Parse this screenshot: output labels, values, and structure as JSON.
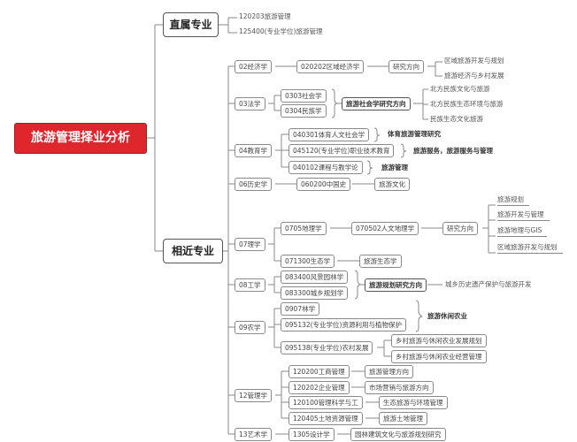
{
  "root": "旅游管理择业分析",
  "direct": {
    "label": "直属专业",
    "items": [
      "120203旅游管理",
      "125400(专业学位)旅游管理"
    ]
  },
  "related": {
    "label": "相近专业",
    "econ": {
      "label": "02经济学",
      "sub": "020202区域经济学",
      "dir": "研究方向",
      "leaves": [
        "区域旅游开发与规划",
        "旅游经济与乡村发展"
      ]
    },
    "law": {
      "label": "03法学",
      "subs": [
        "0303社会学",
        "0304民族学"
      ],
      "dir": "旅游社会学研究方向",
      "leaves": [
        "北方民族文化与旅游",
        "北方民族生态环境与旅游",
        "民族生态文化旅游"
      ]
    },
    "edu": {
      "label": "04教育学",
      "subs": [
        "040301体育人文社会学",
        "045120(专业学位)职业技术教育",
        "040102课程与教学论"
      ],
      "notes": [
        "体育旅游管理研究",
        "旅游服务，旅游服务与管理",
        "旅游管理"
      ]
    },
    "hist": {
      "label": "06历史学",
      "sub": "060200中国史",
      "leaf": "旅游文化"
    },
    "sci": {
      "label": "07理学",
      "sub1": "0705地理学",
      "sub1b": "070502人文地理学",
      "dir": "研究方向",
      "leaves": [
        "旅游规划",
        "旅游开发与管理",
        "旅游地理与GIS",
        "区域旅游开发与规划"
      ],
      "sub2": "071300生态学",
      "leaf2": "旅游生态学"
    },
    "eng": {
      "label": "08工学",
      "subs": [
        "083400风景园林学",
        "083300城乡规划学"
      ],
      "dir": "旅游规划研究方向",
      "leaf": "城乡历史遗产保护与旅游开发"
    },
    "agr": {
      "label": "09农学",
      "subs": [
        "0907林学",
        "095132(专业学位)资源利用与植物保护"
      ],
      "note": "旅游休闲农业",
      "sub3": "095138(专业学位)农村发展",
      "leaves": [
        "乡村旅游与休闲农业发展规划",
        "乡村旅游与休闲农业经营管理"
      ]
    },
    "mgmt": {
      "label": "12管理学",
      "subs": [
        "120200工商管理",
        "120202企业管理",
        "120100管理科学与工",
        "120405土地资源管理"
      ],
      "leaves": [
        "旅游管理方向",
        "市场营销与旅游方向",
        "生态旅游与环境管理",
        "旅游土地管理"
      ]
    },
    "art": {
      "label": "13艺术学",
      "sub": "1305设计学",
      "leaf": "园林建筑文化与旅游规划研究"
    }
  }
}
